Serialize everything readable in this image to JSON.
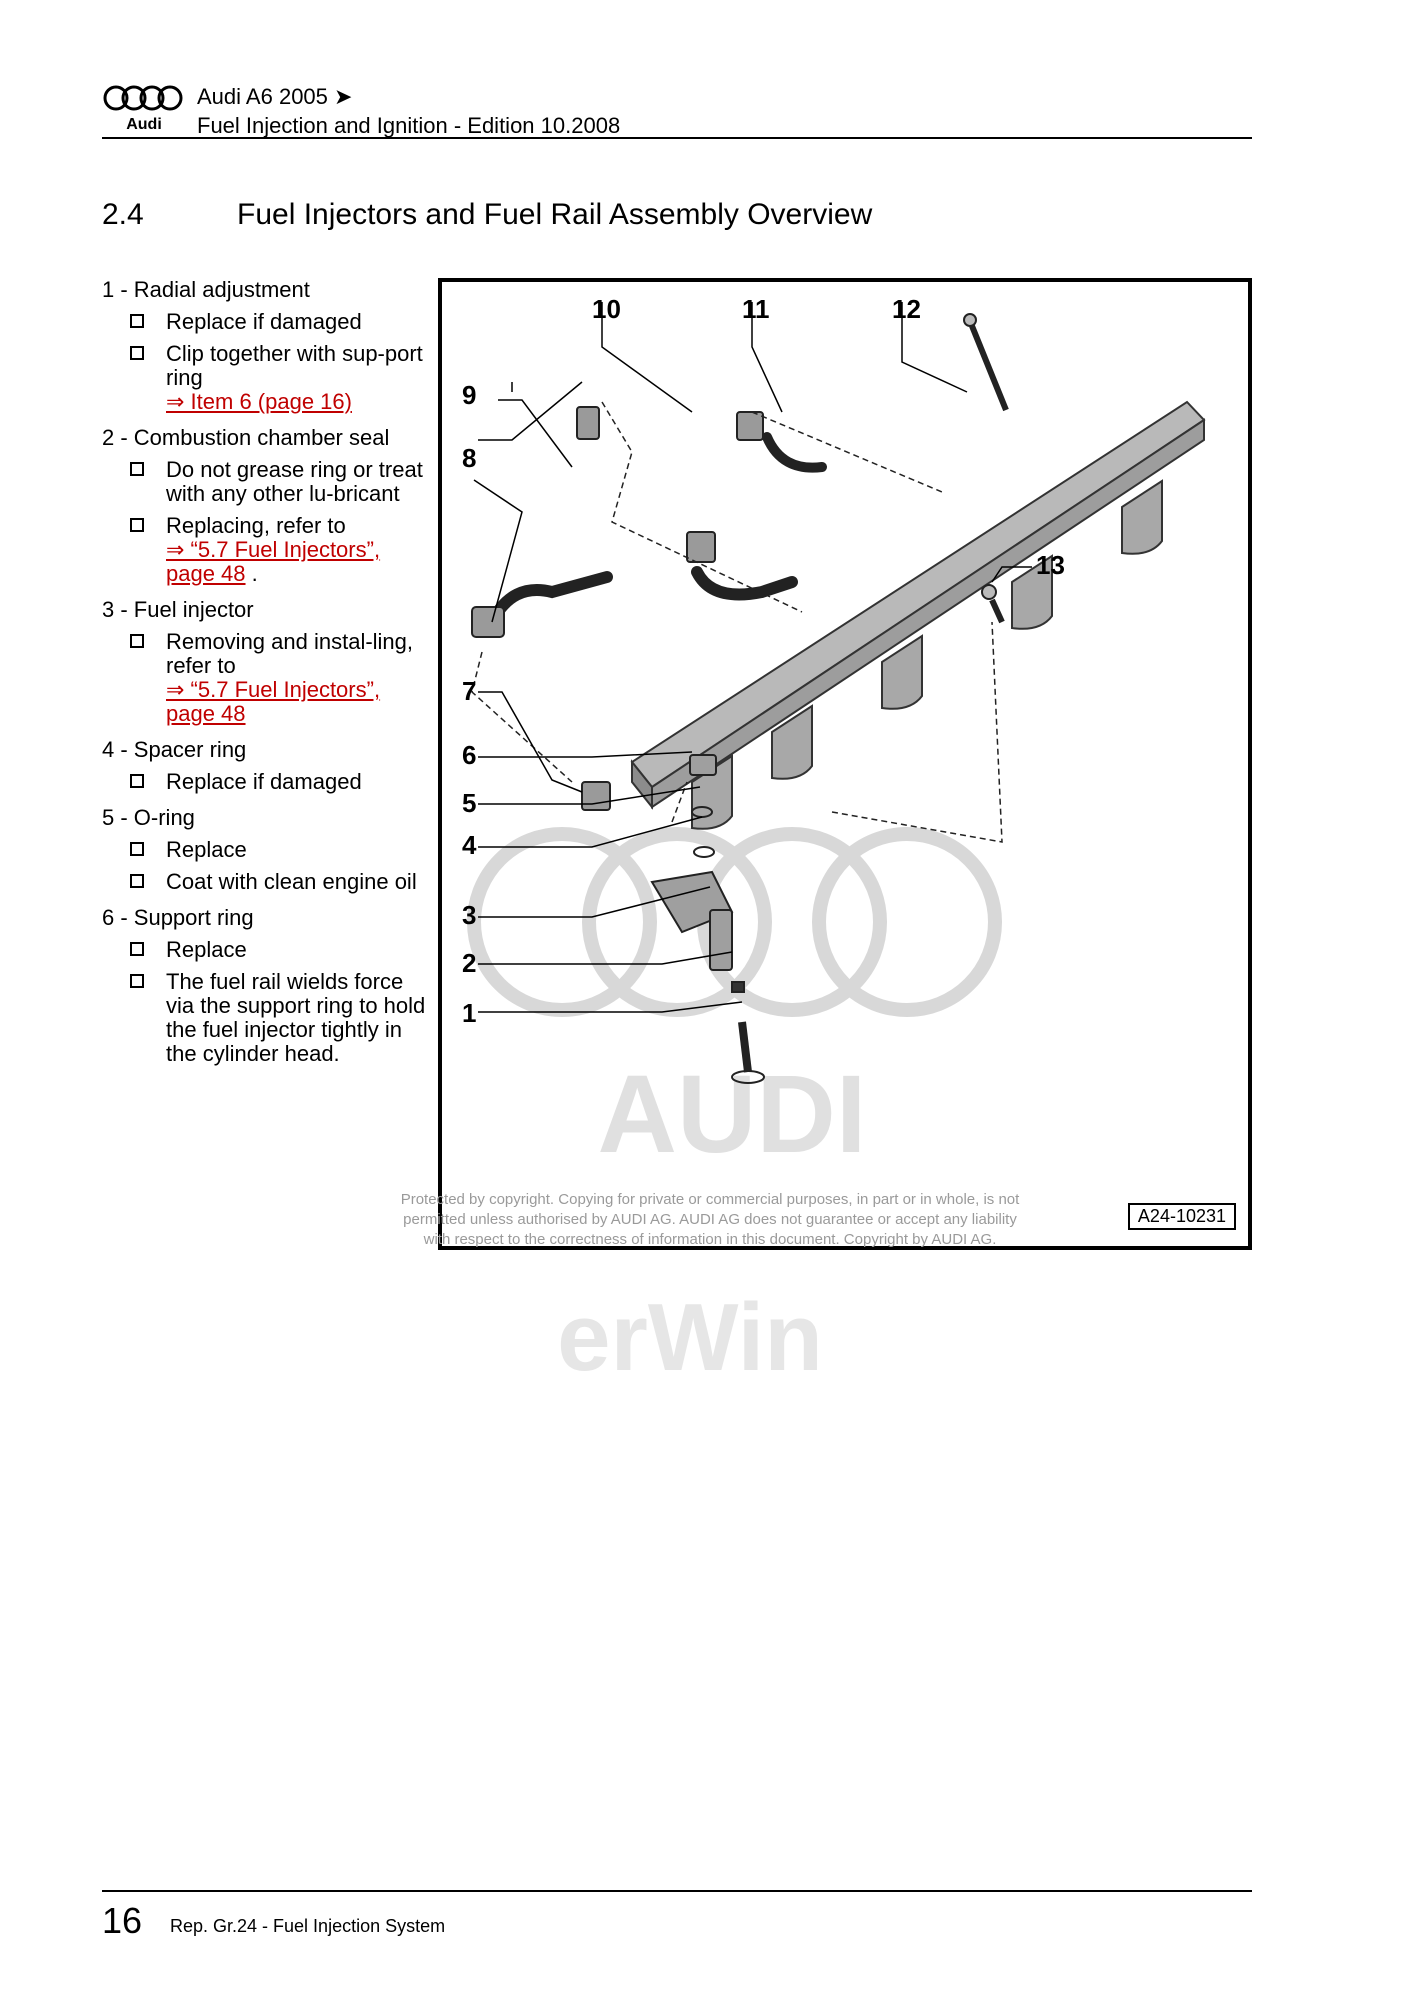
{
  "header": {
    "model": "Audi A6 2005 ➤",
    "manual_title": "Fuel Injection and Ignition - Edition 10.2008",
    "logo_text": "Audi"
  },
  "section": {
    "number": "2.4",
    "title": "Fuel Injectors and Fuel Rail Assembly Overview"
  },
  "items": [
    {
      "title": "1 - Radial adjustment",
      "notes": [
        {
          "text": "Replace if damaged"
        },
        {
          "text": "Clip together with sup-port ring",
          "link": "⇒ Item 6 (page 16)"
        }
      ]
    },
    {
      "title": "2 - Combustion chamber seal",
      "notes": [
        {
          "text": "Do not grease ring or treat with any other lu-bricant"
        },
        {
          "text": "Replacing, refer to",
          "link": "⇒ “5.7 Fuel Injectors”, page 48",
          "suffix": " ."
        }
      ]
    },
    {
      "title": "3 - Fuel injector",
      "notes": [
        {
          "text": "Removing and instal-ling, refer to",
          "link": "⇒ “5.7 Fuel Injectors”, page 48"
        }
      ]
    },
    {
      "title": "4 - Spacer ring",
      "notes": [
        {
          "text": "Replace if damaged"
        }
      ]
    },
    {
      "title": "5 - O-ring",
      "notes": [
        {
          "text": "Replace"
        },
        {
          "text": "Coat with clean engine oil"
        }
      ]
    },
    {
      "title": "6 - Support ring",
      "notes": [
        {
          "text": "Replace"
        },
        {
          "text": "The fuel rail wields force via the support ring to hold the fuel injector tightly in the cylinder head."
        }
      ]
    }
  ],
  "figure": {
    "id": "A24-10231",
    "callouts": [
      "1",
      "2",
      "3",
      "4",
      "5",
      "6",
      "7",
      "8",
      "9",
      "10",
      "11",
      "12",
      "13"
    ]
  },
  "watermark": {
    "line1": "Protected by copyright. Copying for private or commercial purposes, in part or in whole, is not",
    "line2": "permitted unless authorised by AUDI AG. AUDI AG does not guarantee or accept any liability",
    "line3": "with respect to the correctness of information in this document. Copyright by AUDI AG.",
    "brand": "AUDI",
    "erwin": "erWin"
  },
  "footer": {
    "page_number": "16",
    "text": "Rep. Gr.24 - Fuel Injection System"
  }
}
